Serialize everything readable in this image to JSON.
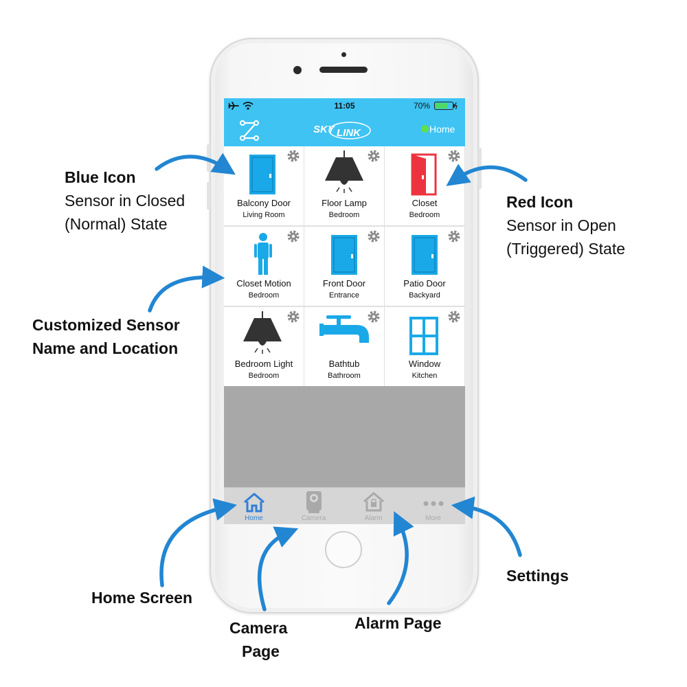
{
  "status_bar": {
    "time": "11:05",
    "battery_percent": "70%"
  },
  "nav": {
    "logo_line1": "SKY",
    "logo_line2": "LINK",
    "mode_label": "Home",
    "mode_dot_color": "#5ee04a"
  },
  "colors": {
    "accent": "#3fc3f3",
    "closed_icon": "#1aa9e8",
    "open_icon": "#ee3340",
    "arrow": "#2286d2"
  },
  "sensors": [
    {
      "name": "Balcony Door",
      "location": "Living Room",
      "icon": "door-closed-icon"
    },
    {
      "name": "Floor Lamp",
      "location": "Bedroom",
      "icon": "lamp-icon"
    },
    {
      "name": "Closet",
      "location": "Bedroom",
      "icon": "door-open-icon"
    },
    {
      "name": "Closet Motion",
      "location": "Bedroom",
      "icon": "motion-person-icon"
    },
    {
      "name": "Front Door",
      "location": "Entrance",
      "icon": "door-closed-icon"
    },
    {
      "name": "Patio Door",
      "location": "Backyard",
      "icon": "door-closed-icon"
    },
    {
      "name": "Bedroom Light",
      "location": "Bedroom",
      "icon": "lamp-icon"
    },
    {
      "name": "Bathtub",
      "location": "Bathroom",
      "icon": "faucet-icon"
    },
    {
      "name": "Window",
      "location": "Kitchen",
      "icon": "window-icon"
    }
  ],
  "tabs": [
    {
      "label": "Home",
      "icon": "house-icon"
    },
    {
      "label": "Camera",
      "icon": "camera-icon"
    },
    {
      "label": "Alarm",
      "icon": "alarm-house-icon"
    },
    {
      "label": "More",
      "icon": "ellipsis-icon"
    }
  ],
  "annotations": {
    "blue_icon_title": "Blue Icon",
    "blue_icon_line1": "Sensor in Closed",
    "blue_icon_line2": "(Normal) State",
    "red_icon_title": "Red Icon",
    "red_icon_line1": "Sensor in Open",
    "red_icon_line2": "(Triggered) State",
    "custom_line1": "Customized Sensor",
    "custom_line2": "Name and Location",
    "home_screen": "Home Screen",
    "camera_line1": "Camera",
    "camera_line2": "Page",
    "alarm_page": "Alarm Page",
    "settings": "Settings"
  }
}
